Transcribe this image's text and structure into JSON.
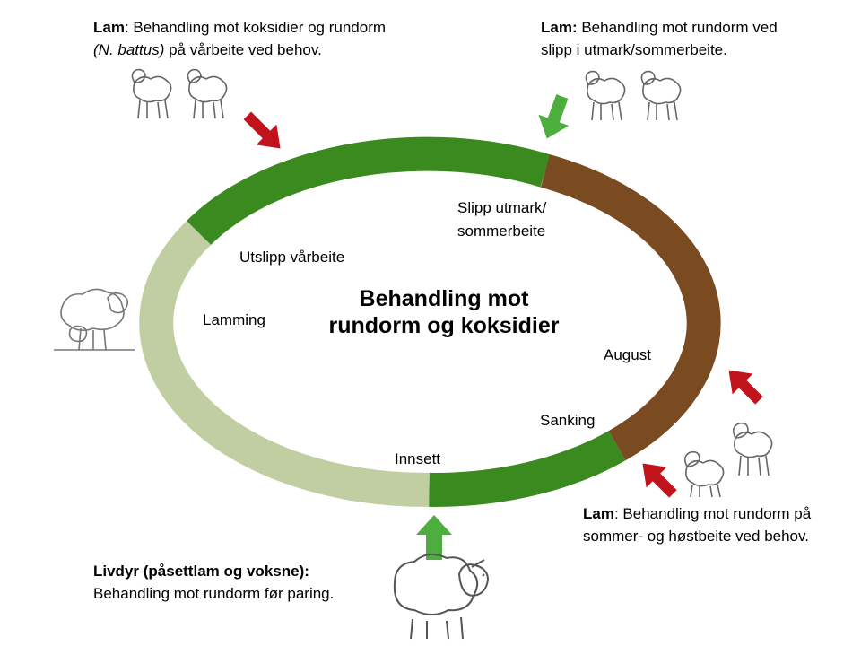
{
  "center_title": [
    "Behandling mot",
    "rundorm og koksidier"
  ],
  "ring_labels": {
    "utslipp": "Utslipp vårbeite",
    "slipp": [
      "Slipp utmark/",
      "sommerbeite"
    ],
    "lamming": "Lamming",
    "august": "August",
    "sanking": "Sanking",
    "innsett": "Innsett"
  },
  "notes": {
    "top_left": {
      "bold": "Lam",
      "line1": ": Behandling mot koksidier og rundorm",
      "line2_italic": "(N. battus)",
      "line2_rest": " på vårbeite ved behov."
    },
    "top_right": {
      "bold": "Lam:",
      "line1": " Behandling mot rundorm ved",
      "line2": "slipp i utmark/sommerbeite."
    },
    "bottom_right": {
      "bold": "Lam",
      "line1": ": Behandling mot rundorm på",
      "line2": "sommer- og høstbeite ved behov."
    },
    "bottom_left": {
      "bold": "Livdyr (påsettlam og voksne):",
      "line2": "Behandling mot rundorm før paring."
    }
  },
  "colors": {
    "green": "#3b8a1f",
    "brown": "#7a4a20",
    "light_green": "#c0cea2",
    "red_arrow": "#c0131b",
    "green_arrow": "#4caf3d"
  }
}
